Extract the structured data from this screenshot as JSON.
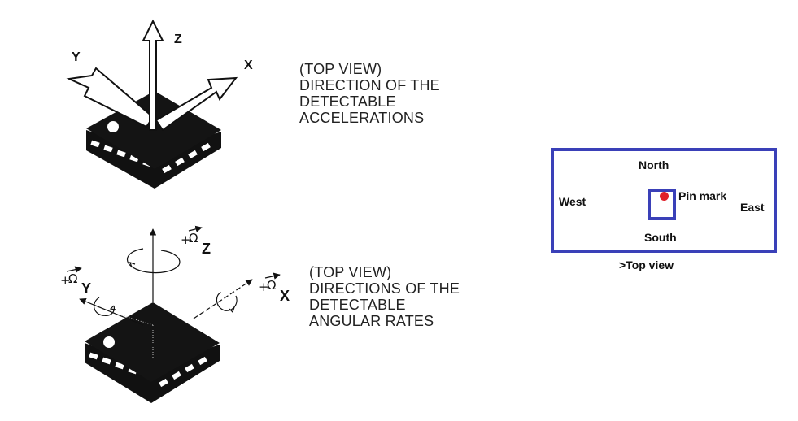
{
  "accel": {
    "caption_lines": [
      "(TOP VIEW)",
      "DIRECTION OF THE",
      "DETECTABLE",
      "ACCELERATIONS"
    ],
    "axes": {
      "x": "X",
      "y": "Y",
      "z": "Z"
    }
  },
  "gyro": {
    "caption_lines": [
      "(TOP VIEW)",
      "DIRECTIONS OF THE",
      "DETECTABLE",
      "ANGULAR RATES"
    ],
    "omega_z": {
      "plus": "+",
      "symbol": "Ω",
      "sub": "Z"
    },
    "omega_y": {
      "plus": "+",
      "symbol": "Ω",
      "sub": "Y"
    },
    "omega_x": {
      "plus": "+",
      "symbol": "Ω",
      "sub": "X"
    }
  },
  "compass": {
    "north": "North",
    "south": "South",
    "west": "West",
    "east": "East",
    "pin_label": "Pin mark",
    "caption": ">Top view",
    "box_color": "#3a40b8",
    "pin_color": "#e0202a"
  }
}
